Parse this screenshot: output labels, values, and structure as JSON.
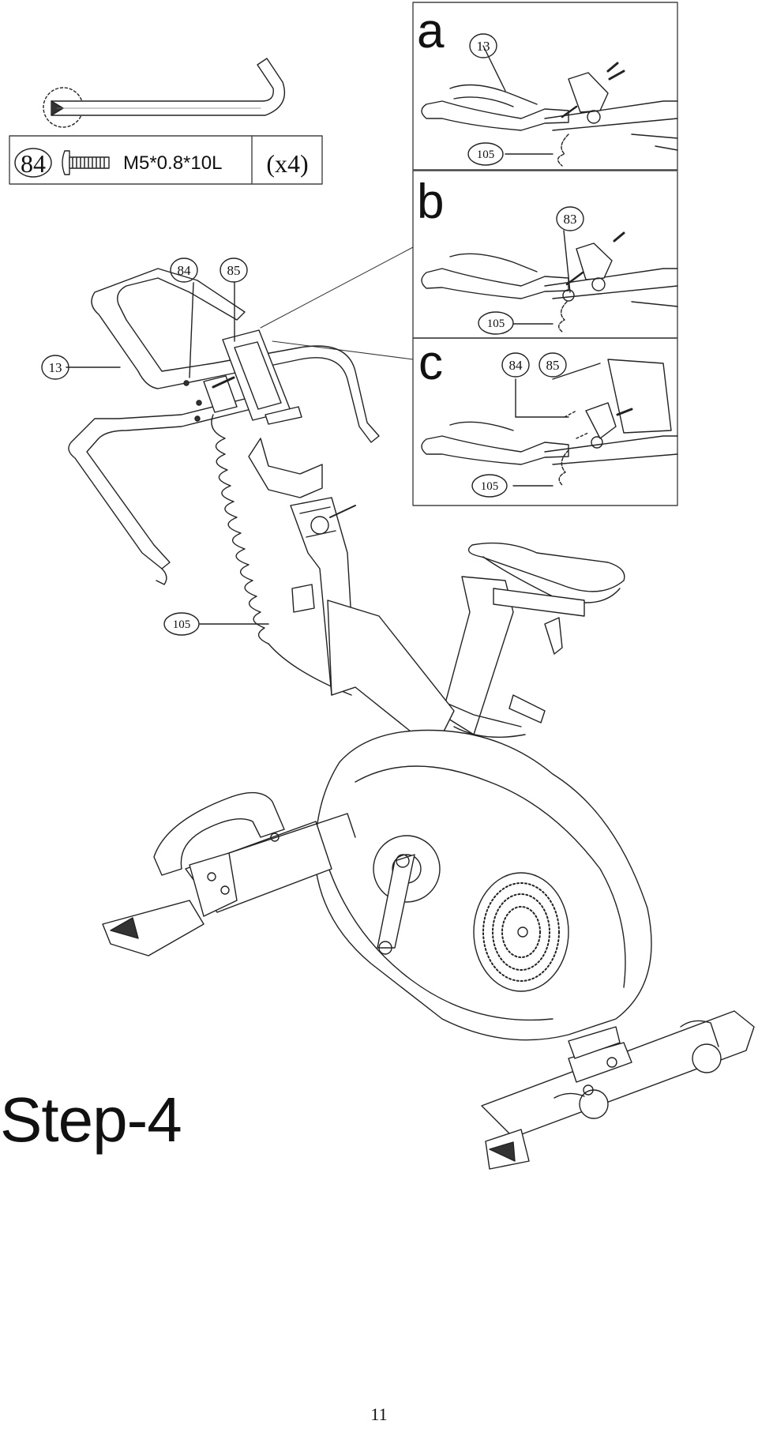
{
  "hardware": {
    "part_number": "84",
    "spec": "M5*0.8*10L",
    "quantity": "(x4)"
  },
  "panels": [
    {
      "letter": "a",
      "callouts": [
        "13",
        "105"
      ]
    },
    {
      "letter": "b",
      "callouts": [
        "83",
        "105"
      ]
    },
    {
      "letter": "c",
      "callouts": [
        "84",
        "85",
        "105"
      ]
    }
  ],
  "main_callouts": {
    "screw": "84",
    "console": "85",
    "handlebar": "13",
    "cable": "105"
  },
  "step_title": "Step-4",
  "page_number": "11"
}
